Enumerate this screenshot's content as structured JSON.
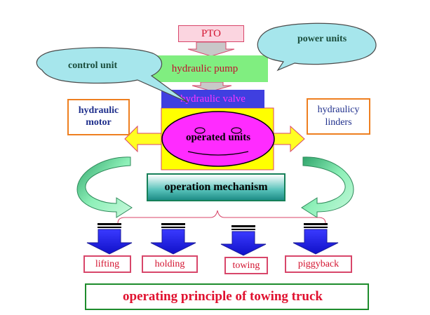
{
  "boxes": {
    "pto": "PTO",
    "hydraulic_pump": "hydraulic pump",
    "hydraulic_valve": "hydraulic valve",
    "hydraulic_motor": [
      "hydraulic",
      "motor"
    ],
    "hydraulic_cylinders": [
      "hydraulicy",
      "linders"
    ],
    "operated_units": "operated units",
    "operation_mechanism": "operation mechanism"
  },
  "callouts": {
    "power_units": "power units",
    "control_unit": "control unit"
  },
  "actions": [
    "lifting",
    "holding",
    "towing",
    "piggyback"
  ],
  "caption": "operating principle of towing truck",
  "colors": {
    "pump_fill": "#80ee80",
    "valve_fill": "#3f3fe0",
    "operated_fill": "#ffff00",
    "face_fill": "#ff2bff",
    "down_arrow": "#2a2aff",
    "callout_fill": "#a6e6ec"
  }
}
